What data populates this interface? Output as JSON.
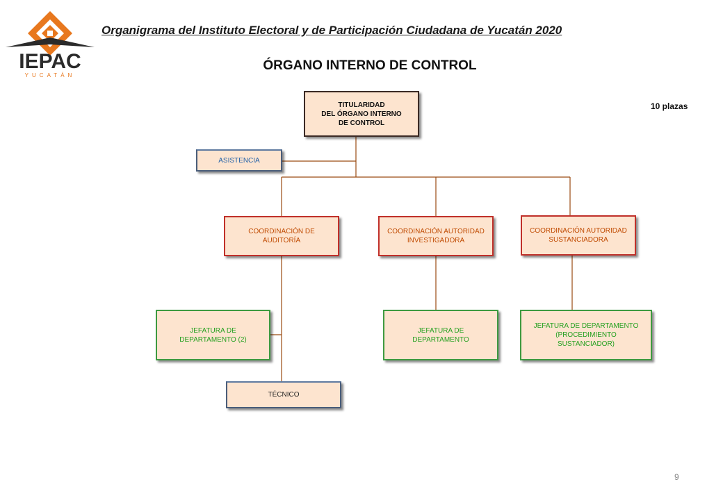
{
  "header": {
    "title": "Organigrama del Instituto Electoral y de Participación Ciudadana de Yucatán 2020",
    "subtitle": "ÓRGANO INTERNO DE CONTROL",
    "plazas": "10 plazas",
    "page_number": "9"
  },
  "logo": {
    "text": "IEPAC",
    "subtext": "YUCATÁN",
    "colors": {
      "orange": "#e8781e",
      "dark": "#2b2b2b"
    }
  },
  "org": {
    "titular": "TITULARIDAD\nDEL ÓRGANO INTERNO\nDE CONTROL",
    "asistencia": "ASISTENCIA",
    "coord_auditoria": "COORDINACIÓN DE\nAUDITORÍA",
    "coord_investigadora": "COORDINACIÓN AUTORIDAD\nINVESTIGADORA",
    "coord_sustanciadora": "COORDINACIÓN AUTORIDAD\nSUSTANCIADORA",
    "jef_auditoria": "JEFATURA DE\nDEPARTAMENTO (2)",
    "jef_investigadora": "JEFATURA DE\nDEPARTAMENTO",
    "jef_sustanciadora": "JEFATURA DE DEPARTAMENTO\n(PROCEDIMIENTO\nSUSTANCIADOR)",
    "tecnico": "TÉCNICO"
  },
  "colors": {
    "connector": "#9a4a10",
    "box_fill": "#fde4cf",
    "coord_border": "#c0302a",
    "jef_border": "#3e9a40",
    "jef_text": "#26a020",
    "coord_text": "#c04a00"
  }
}
